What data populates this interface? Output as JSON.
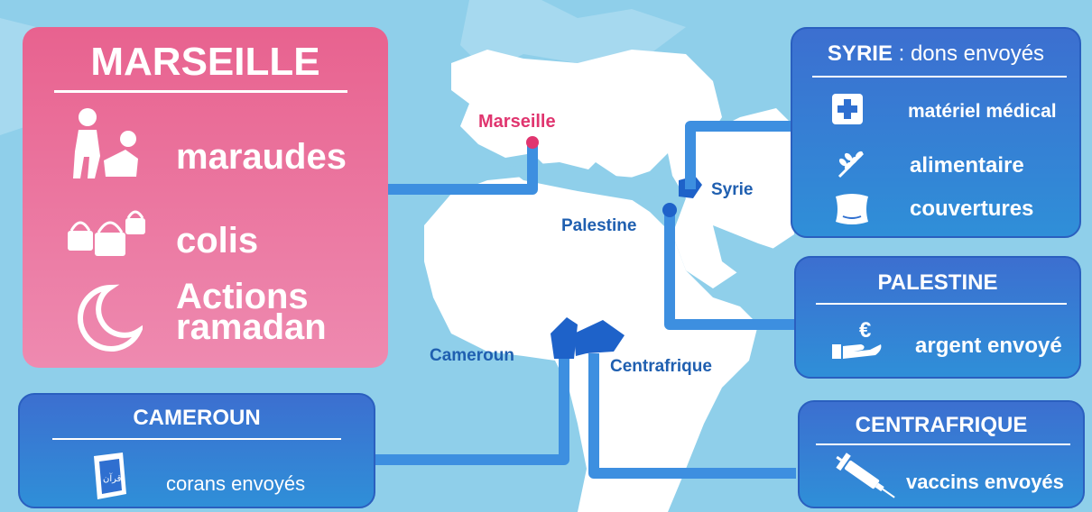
{
  "colors": {
    "sea": "#8fcfea",
    "land": "#ffffff",
    "marseille_pink": "#e8628f",
    "panel_blue": "#3c6fd0",
    "connector_blue": "#3d8fe0",
    "city_label_blue": "#1f5fb0"
  },
  "marseille_panel": {
    "title": "MARSEILLE",
    "items": [
      {
        "icon": "people-helping-icon",
        "label": "maraudes"
      },
      {
        "icon": "baskets-icon",
        "label": "colis"
      },
      {
        "icon": "crescent-moon-icon",
        "label_line1": "Actions",
        "label_line2": "ramadan"
      }
    ]
  },
  "syrie_panel": {
    "title_bold": "SYRIE",
    "title_rest": " : dons envoyés",
    "items": [
      {
        "icon": "medical-cross-icon",
        "label": "matériel médical"
      },
      {
        "icon": "wheat-icon",
        "label": "alimentaire"
      },
      {
        "icon": "blanket-icon",
        "label": "couvertures"
      }
    ]
  },
  "palestine_panel": {
    "title": "PALESTINE",
    "items": [
      {
        "icon": "euro-hand-icon",
        "label": "argent envoyé"
      }
    ]
  },
  "cameroun_panel": {
    "title": "CAMEROUN",
    "items": [
      {
        "icon": "quran-book-icon",
        "label": "corans envoyés",
        "book_text": "قرآن"
      }
    ]
  },
  "centrafrique_panel": {
    "title": "CENTRAFRIQUE",
    "items": [
      {
        "icon": "syringe-icon",
        "label": "vaccins envoyés"
      }
    ]
  },
  "map_labels": {
    "marseille": "Marseille",
    "syrie": "Syrie",
    "palestine": "Palestine",
    "cameroun": "Cameroun",
    "centrafrique": "Centrafrique"
  }
}
